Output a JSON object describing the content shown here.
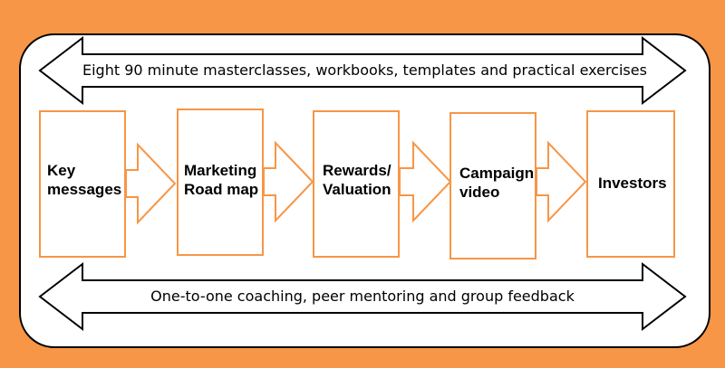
{
  "diagram": {
    "top_banner": {
      "text": "Eight 90 minute masterclasses, workbooks, templates and practical exercises"
    },
    "bottom_banner": {
      "text": "One-to-one coaching, peer mentoring and group feedback"
    },
    "steps": [
      {
        "line1": "Key",
        "line2": "messages"
      },
      {
        "line1": "Marketing",
        "line2": "Road map"
      },
      {
        "line1": "Rewards/",
        "line2": "Valuation"
      },
      {
        "line1": "Campaign",
        "line2": "video"
      },
      {
        "line1": "Investors",
        "line2": ""
      }
    ],
    "colors": {
      "background": "#F79646",
      "accent": "#F79646",
      "panel": "#FFFFFF",
      "outline": "#000000"
    }
  }
}
